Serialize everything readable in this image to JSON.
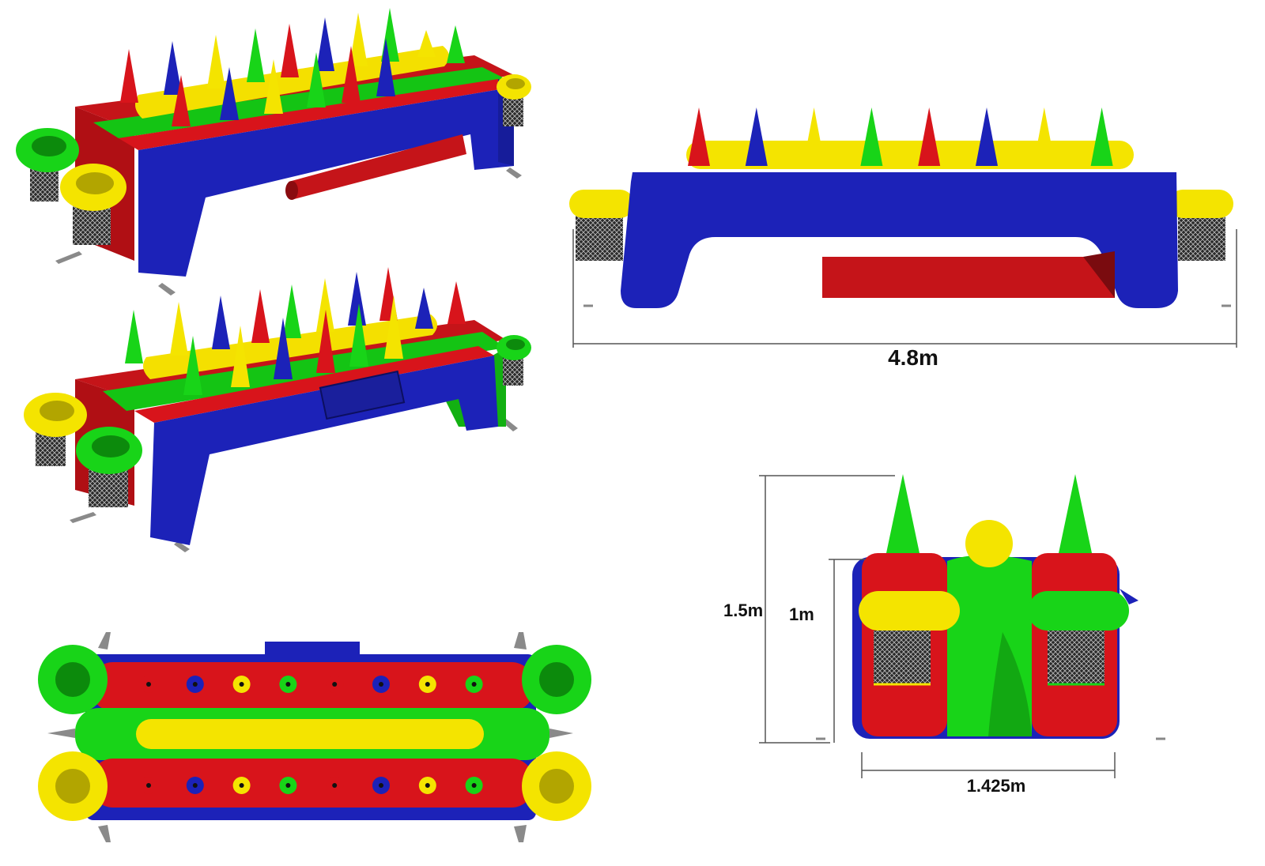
{
  "colors": {
    "red": "#d8141b",
    "blue": "#1c22b8",
    "yellow": "#f4e400",
    "green": "#18d418",
    "mesh": "#3a3a3a",
    "dimension_line": "#666666"
  },
  "dimensions": {
    "length": "4.8m",
    "total_height": "1.5m",
    "body_height": "1m",
    "width": "1.425m"
  },
  "cone_colors": [
    "red",
    "blue",
    "yellow",
    "green",
    "red",
    "blue",
    "yellow",
    "green"
  ],
  "views": [
    {
      "id": "perspective-top-left",
      "icons": [
        "inflatable-game-3d-icon"
      ]
    },
    {
      "id": "perspective-middle-left",
      "icons": [
        "inflatable-game-3d-icon"
      ]
    },
    {
      "id": "top-plan-view",
      "icons": [
        "inflatable-game-plan-icon"
      ]
    },
    {
      "id": "front-elevation-view",
      "icons": [
        "inflatable-game-front-icon"
      ]
    },
    {
      "id": "side-elevation-view",
      "icons": [
        "inflatable-game-side-icon"
      ]
    }
  ]
}
